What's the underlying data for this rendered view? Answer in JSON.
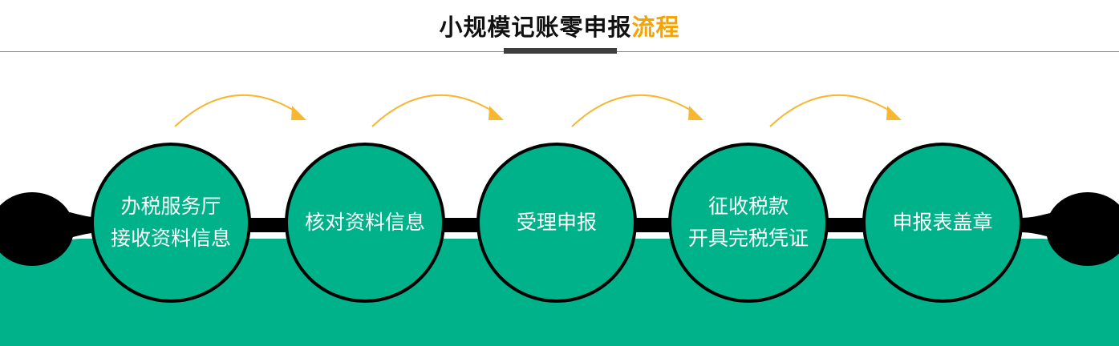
{
  "title": {
    "main": "小规模记账零申报",
    "accent": "流程"
  },
  "colors": {
    "green": "#00b28a",
    "black": "#000000",
    "arrow": "#f7b733",
    "title_accent": "#f5a300"
  },
  "steps": [
    {
      "lines": [
        "办税服务厅",
        "接收资料信息"
      ]
    },
    {
      "lines": [
        "核对资料信息"
      ]
    },
    {
      "lines": [
        "受理申报"
      ]
    },
    {
      "lines": [
        "征收税款",
        "开具完税凭证"
      ]
    },
    {
      "lines": [
        "申报表盖章"
      ]
    }
  ]
}
